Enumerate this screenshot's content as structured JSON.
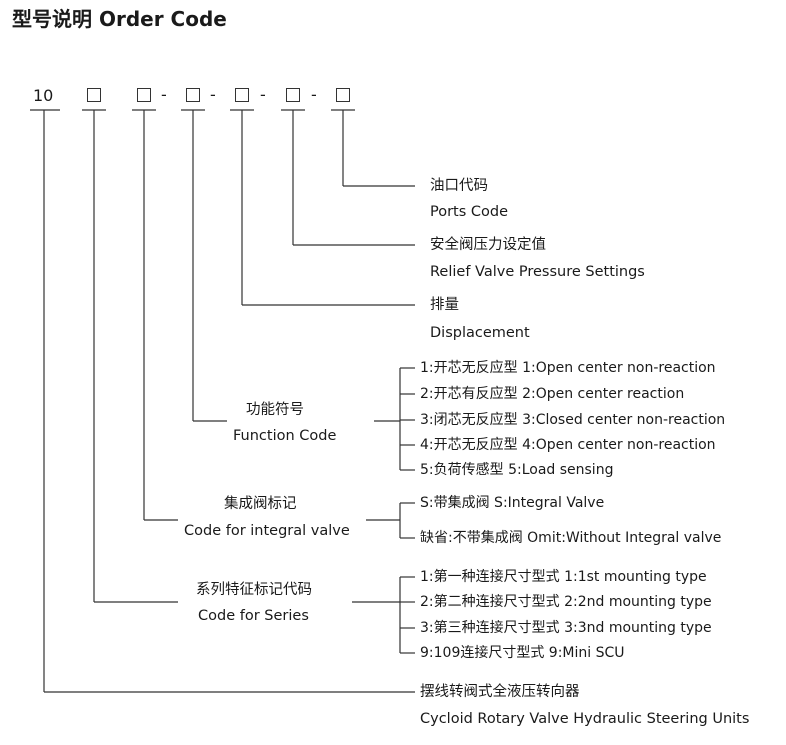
{
  "title": "型号说明  Order Code",
  "code": {
    "prefix": "10",
    "dash": "-"
  },
  "items": {
    "ports": {
      "cn": "油口代码",
      "en": "Ports Code"
    },
    "relief": {
      "cn": "安全阀压力设定值",
      "en": "Relief Valve Pressure Settings"
    },
    "displacement": {
      "cn": "排量",
      "en": "Displacement"
    },
    "function": {
      "cn": "功能符号",
      "en": "Function Code",
      "options": [
        "1:开芯无反应型  1:Open  center non-reaction",
        "2:开芯有反应型  2:Open  center  reaction",
        "3:闭芯无反应型  3:Closed center non-reaction",
        "4:开芯无反应型  4:Open  center non-reaction",
        "5:负荷传感型   5:Load sensing"
      ]
    },
    "integral": {
      "cn": "集成阀标记",
      "en": "Code for integral valve",
      "options": [
        "S:带集成阀  S:Integral Valve",
        "缺省:不带集成阀  Omit:Without Integral valve"
      ]
    },
    "series": {
      "cn": "系列特征标记代码",
      "en": "Code for Series",
      "options": [
        "1:第一种连接尺寸型式   1:1st mounting type",
        "2:第二种连接尺寸型式   2:2nd mounting type",
        "3:第三种连接尺寸型式   3:3nd mounting type",
        "9:109连接尺寸型式     9:Mini SCU"
      ]
    },
    "base": {
      "cn": "摆线转阀式全液压转向器",
      "en": "Cycloid Rotary Valve Hydraulic Steering Units"
    }
  }
}
